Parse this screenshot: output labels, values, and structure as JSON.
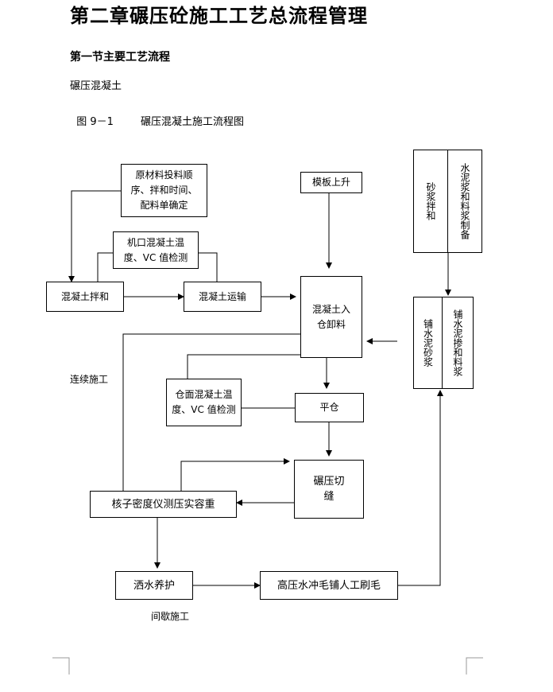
{
  "document": {
    "chapter_title": "第二章碾压砼施工工艺总流程管理",
    "section_title": "第一节主要工艺流程",
    "paragraph": "碾压混凝土",
    "figure_number": "图 9－1",
    "figure_caption": "碾压混凝土施工流程图"
  },
  "flowchart": {
    "nodes": {
      "raw_material": "原材料投料顺序、拌和时间、配料单确定",
      "machine_check": "机口混凝土温度、VC 值检测",
      "mixing": "混凝土拌和",
      "transport": "混凝土运输",
      "formwork": "模板上升",
      "unloading": "混凝土入仓卸料",
      "mortar_mixing": "砂浆拌和",
      "cement_grout_prep": "水泥浆和料浆制备",
      "lay_mortar": "铺水泥砂浆",
      "lay_grout": "铺水泥掺和料浆",
      "warehouse_check": "仓面混凝土温度、VC 值检测",
      "leveling": "平仓",
      "rolling": "碾压切缝",
      "nuclear_test": "核子密度仪测压实容重",
      "curing": "洒水养护",
      "roughening": "高压水冲毛铺人工刷毛"
    },
    "labels": {
      "continuous": "连续施工",
      "intermittent": "间歇施工"
    }
  }
}
